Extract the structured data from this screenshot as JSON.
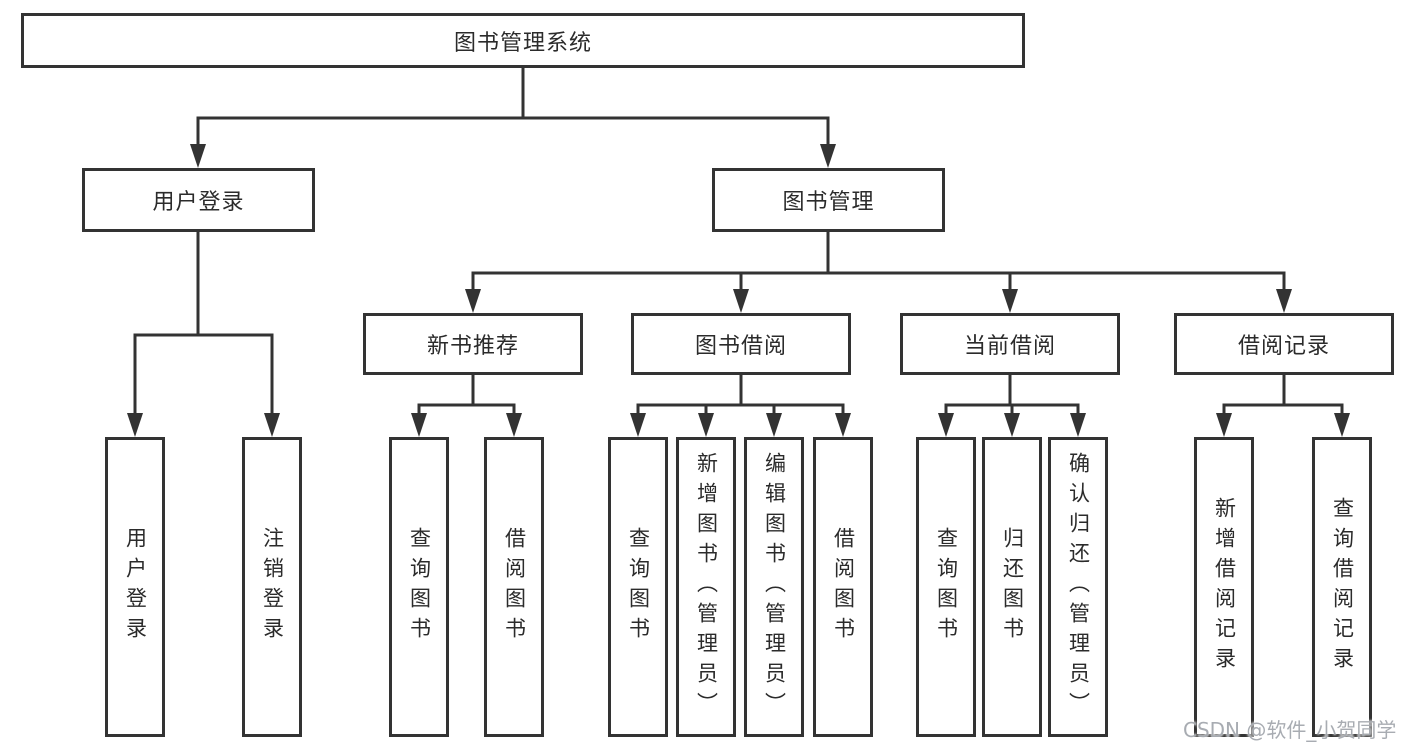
{
  "tree": {
    "root": {
      "label": "图书管理系统"
    },
    "branches": [
      {
        "label": "用户登录",
        "leaves": [
          {
            "label": "用户登录"
          },
          {
            "label": "注销登录"
          }
        ]
      },
      {
        "label": "图书管理",
        "groups": [
          {
            "label": "新书推荐",
            "leaves": [
              {
                "label": "查询图书"
              },
              {
                "label": "借阅图书"
              }
            ]
          },
          {
            "label": "图书借阅",
            "leaves": [
              {
                "label": "查询图书"
              },
              {
                "label": "新增图书（管理员）"
              },
              {
                "label": "编辑图书（管理员）"
              },
              {
                "label": "借阅图书"
              }
            ]
          },
          {
            "label": "当前借阅",
            "leaves": [
              {
                "label": "查询图书"
              },
              {
                "label": "归还图书"
              },
              {
                "label": "确认归还（管理员）"
              }
            ]
          },
          {
            "label": "借阅记录",
            "leaves": [
              {
                "label": "新增借阅记录"
              },
              {
                "label": "查询借阅记录"
              }
            ]
          }
        ]
      }
    ]
  },
  "watermark": {
    "text": "CSDN @软件_小贺同学"
  },
  "colors": {
    "line": "#333333",
    "box_border": "#333333",
    "text": "#2b2b2b",
    "background": "#ffffff",
    "watermark": "#a3a8ae"
  }
}
